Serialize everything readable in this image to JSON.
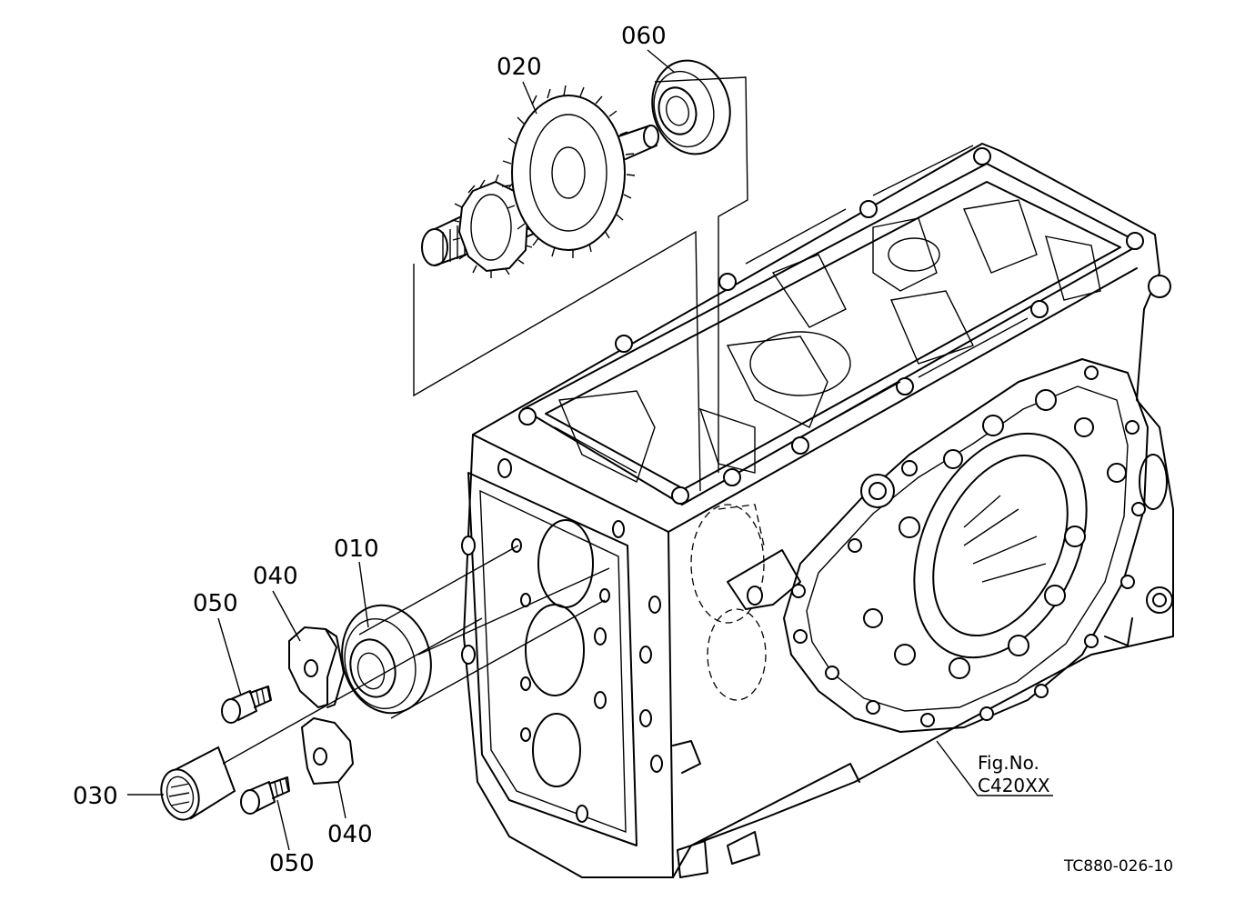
{
  "callouts": {
    "c010": "010",
    "c020": "020",
    "c030": "030",
    "c040a": "040",
    "c040b": "040",
    "c050a": "050",
    "c050b": "050",
    "c060": "060"
  },
  "fig_ref": {
    "label": "Fig.No.",
    "code": "C420XX"
  },
  "drawing_code": "TC880-026-10"
}
